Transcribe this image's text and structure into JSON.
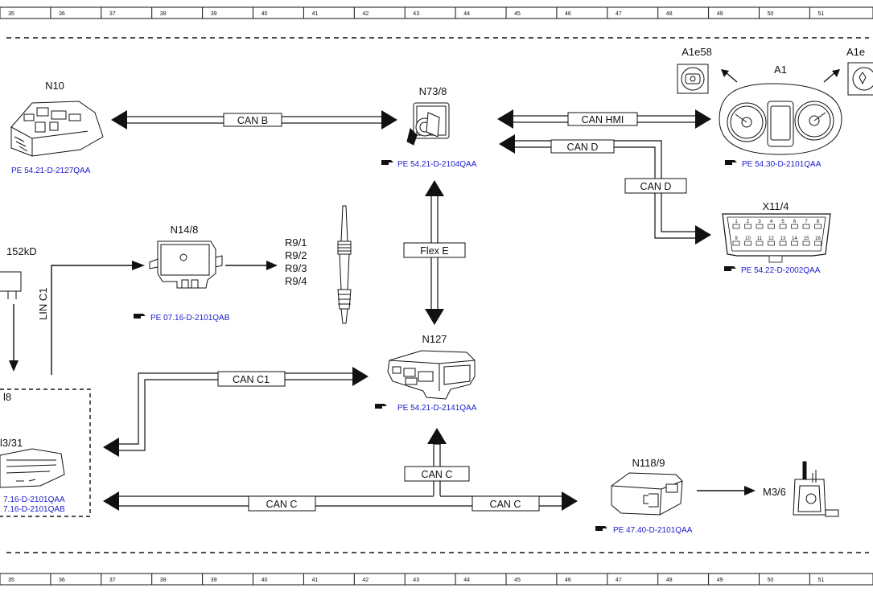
{
  "grid_numbers": [
    "35",
    "36",
    "37",
    "38",
    "39",
    "40",
    "41",
    "42",
    "43",
    "44",
    "45",
    "46",
    "47",
    "48",
    "49",
    "50",
    "51"
  ],
  "components": {
    "n10": {
      "name": "N10",
      "ref": "PE 54.21-D-2127QAA"
    },
    "n73": {
      "name": "N73/8",
      "ref": "PE 54.21-D-2104QAA"
    },
    "a1": {
      "name": "A1",
      "ref": "PE 54.30-D-2101QAA"
    },
    "a1e58": {
      "name": "A1e58"
    },
    "a1e_right": {
      "name": "A1e"
    },
    "x11": {
      "name": "X11/4",
      "ref": "PE 54.22-D-2002QAA",
      "pins_top": [
        "1",
        "2",
        "3",
        "4",
        "5",
        "6",
        "7",
        "8"
      ],
      "pins_bottom": [
        "9",
        "10",
        "11",
        "12",
        "13",
        "14",
        "15",
        "16"
      ]
    },
    "n14": {
      "name": "N14/8",
      "ref": "PE 07.16-D-2101QAB"
    },
    "r9": {
      "outputs": [
        "R9/1",
        "R9/2",
        "R9/3",
        "R9/4"
      ]
    },
    "n127": {
      "name": "N127",
      "ref": "PE 54.21-D-2141QAA"
    },
    "n118": {
      "name": "N118/9",
      "ref": "PE 47.40-D-2101QAA"
    },
    "m36": {
      "name": "M3/6"
    },
    "left_partial_top": {
      "name": "152kD"
    },
    "left_box": {
      "name1": "l8",
      "name2": "l3/31",
      "ref1": "7.16-D-2101QAA",
      "ref2": "7.16-D-2101QAB"
    }
  },
  "buses": {
    "can_b": "CAN B",
    "can_hmi": "CAN HMI",
    "can_d1": "CAN D",
    "can_d2": "CAN D",
    "flex_e": "Flex E",
    "lin_c1": "LIN C1",
    "can_c1": "CAN C1",
    "can_c_left": "CAN C",
    "can_c_mid": "CAN C",
    "can_c_right": "CAN C"
  }
}
